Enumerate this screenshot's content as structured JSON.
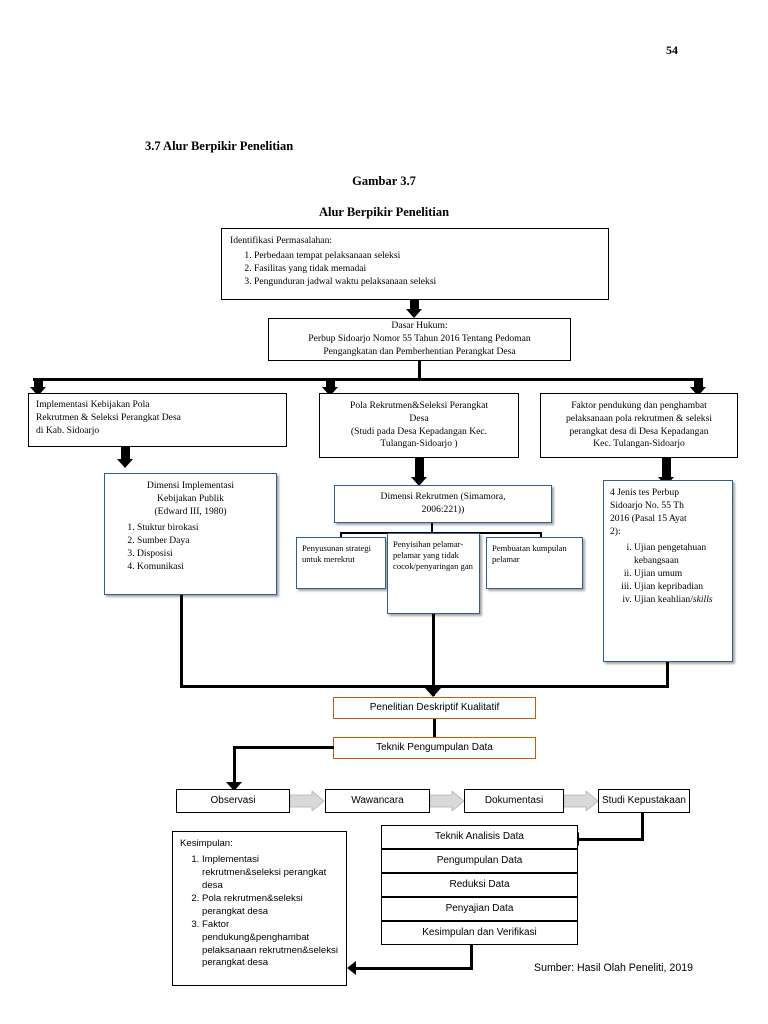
{
  "page_number": "54",
  "section_title": "3.7 Alur Berpikir Penelitian",
  "figure_label": "Gambar 3.7",
  "figure_title": "Alur Berpikir Penelitian",
  "boxes": {
    "identifikasi": {
      "heading": "Identifikasi Permasalahan:",
      "items": [
        "Perbedaan tempat pelaksanaan seleksi",
        "Fasilitas yang tidak memadai",
        "Pengunduran jadwal waktu pelaksanaan seleksi"
      ]
    },
    "dasar_hukum": {
      "heading": "Dasar Hukum:",
      "line1": "Perbup Sidoarjo Nomor 55 Tahun 2016 Tentang Pedoman",
      "line2": "Pengangkatan dan Pemberhentian Perangkat Desa"
    },
    "implementasi": {
      "line1": "Implementasi Kebijakan Pola",
      "line2": "Rekrutmen & Seleksi Perangkat Desa",
      "line3": "di Kab. Sidoarjo"
    },
    "pola": {
      "line1": "Pola Rekrutmen&Seleksi Perangkat",
      "line2": "Desa",
      "line3": "(Studi pada Desa Kepadangan Kec.",
      "line4": "Tulangan-Sidoarjo )"
    },
    "faktor": {
      "line1": "Faktor pendukung dan penghambat",
      "line2": "pelaksanaan pola rekrutmen & seleksi",
      "line3": "perangkat desa di Desa Kepadangan",
      "line4": "Kec. Tulangan-Sidoarjo"
    },
    "dimensi_implementasi": {
      "line1": "Dimensi Implementasi",
      "line2": "Kebijakan Publik",
      "line3": "(Edward III, 1980)",
      "items": [
        "Stuktur birokasi",
        "Sumber Daya",
        "Disposisi",
        "Komunikasi"
      ]
    },
    "dimensi_rekrutmen": {
      "line1": "Dimensi Rekrutmen (Simamora,",
      "line2": "2006:221))"
    },
    "penyusunan": "Penyusunan strategi untuk merekrut",
    "penyisihan": "Penyisihan pelamar-pelamar yang tidak cocok/penyaringan gan",
    "pembuatan": "Pembuatan kumpulan pelamar",
    "empat_jenis": {
      "line1": "4 Jenis tes Perbup",
      "line2": "Sidoarjo No. 55 Th",
      "line3": "2016 (Pasal 15 Ayat",
      "line4": "2):",
      "items": [
        "Ujian pengetahuan kebangsaan",
        "Ujian umum",
        "Ujian kepribadian",
        "Ujian keahlian/skills"
      ],
      "italic_word": "skills"
    },
    "penelitian_deskriptif": "Penelitian Deskriptif Kualitatif",
    "teknik_pengumpulan": "Teknik Pengumpulan Data",
    "metode": [
      "Observasi",
      "Wawancara",
      "Dokumentasi",
      "Studi Kepustakaan"
    ],
    "kesimpulan": {
      "heading": "Kesimpulan:",
      "items": [
        "Implementasi rekrutmen&seleksi perangkat desa",
        "Pola rekrutmen&seleksi perangkat desa",
        "Faktor pendukung&penghambat pelaksanaan rekrutmen&seleksi perangkat desa"
      ]
    },
    "analisis": {
      "title": "Teknik Analisis Data",
      "rows": [
        "Pengumpulan Data",
        "Reduksi Data",
        "Penyajian Data",
        "Kesimpulan dan Verifikasi"
      ]
    }
  },
  "source": "Sumber: Hasil Olah Peneliti, 2019",
  "colors": {
    "blue_border": "#2f5f8f",
    "orange_border": "#c55a11",
    "black": "#000000",
    "chevron_fill": "#d9d9d9"
  }
}
